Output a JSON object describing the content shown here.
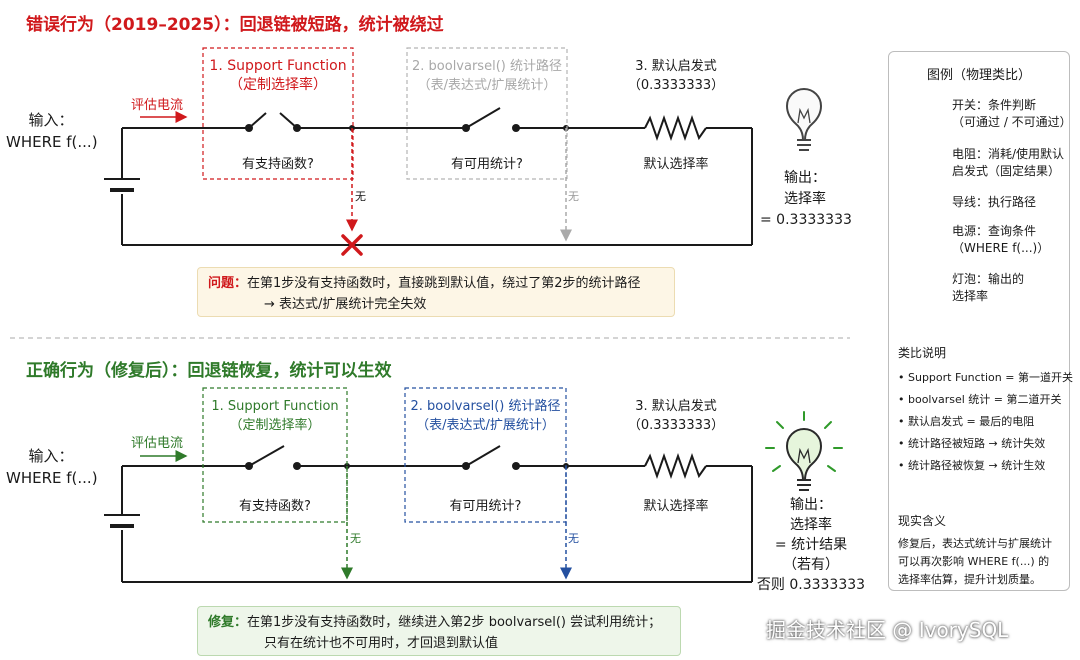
{
  "top": {
    "title": "错误行为（2019–2025）：回退链被短路，统计被绕过",
    "input_label": "输入：",
    "input_value": "WHERE f(...)",
    "current_label": "评估电流",
    "box1_line1": "1. Support Function",
    "box1_line2": "（定制选择率）",
    "box1_question": "有支持函数?",
    "box2_line1": "2. boolvarsel() 统计路径",
    "box2_line2": "（表/表达式/扩展统计）",
    "box2_question": "有可用统计?",
    "step3_line1": "3. 默认启发式",
    "step3_line2": "（0.3333333）",
    "step3_question": "默认选择率",
    "wu1": "无",
    "wu2": "无",
    "output_line1": "输出：",
    "output_line2": "选择率",
    "output_line3": "= 0.3333333",
    "problem_label": "问题：",
    "problem_line1": "在第1步没有支持函数时，直接跳到默认值，绕过了第2步的统计路径",
    "problem_line2": "→ 表达式/扩展统计完全失效"
  },
  "bottom": {
    "title": "正确行为（修复后）：回退链恢复，统计可以生效",
    "input_label": "输入：",
    "input_value": "WHERE f(...)",
    "current_label": "评估电流",
    "box1_line1": "1. Support Function",
    "box1_line2": "（定制选择率）",
    "box1_question": "有支持函数?",
    "box2_line1": "2. boolvarsel() 统计路径",
    "box2_line2": "（表/表达式/扩展统计）",
    "box2_question": "有可用统计?",
    "step3_line1": "3. 默认启发式",
    "step3_line2": "（0.3333333）",
    "step3_question": "默认选择率",
    "wu1": "无",
    "wu2": "无",
    "output_line1": "输出：",
    "output_line2": "选择率",
    "output_line3": "= 统计结果",
    "output_line4": "（若有）",
    "output_line5": "否则 0.3333333",
    "fix_label": "修复：",
    "fix_line1": "在第1步没有支持函数时，继续进入第2步 boolvarsel() 尝试利用统计；",
    "fix_line2": "只有在统计也不可用时，才回退到默认值"
  },
  "legend": {
    "title": "图例（物理类比）",
    "switch_line1": "开关：条件判断",
    "switch_line2": "（可通过 / 不可通过）",
    "resistor_line1": "电阻：消耗/使用默认",
    "resistor_line2": "启发式（固定结果）",
    "wire": "导线：执行路径",
    "battery_line1": "电源：查询条件",
    "battery_line2": "（WHERE f(...)）",
    "bulb_line1": "灯泡：输出的",
    "bulb_line2": "选择率",
    "analogy_title": "类比说明",
    "analogy_items": [
      "• Support Function = 第一道开关",
      "• boolvarsel 统计 = 第二道开关",
      "• 默认启发式 = 最后的电阻",
      "• 统计路径被短路 → 统计失效",
      "• 统计路径被恢复 → 统计生效"
    ],
    "meaning_title": "现实含义",
    "meaning_line1": "修复后，表达式统计与扩展统计",
    "meaning_line2": "可以再次影响 WHERE f(...) 的",
    "meaning_line3": "选择率估算，提升计划质量。"
  },
  "watermark": "掘金技术社区 @ IvorySQL",
  "colors": {
    "error_red": "#d0191c",
    "fix_green": "#2f7a2a",
    "fix_blue": "#2450a0",
    "gray": "#9a9a9a",
    "problem_bg": "#fdf6e6",
    "fix_bg": "#eef6ea"
  }
}
